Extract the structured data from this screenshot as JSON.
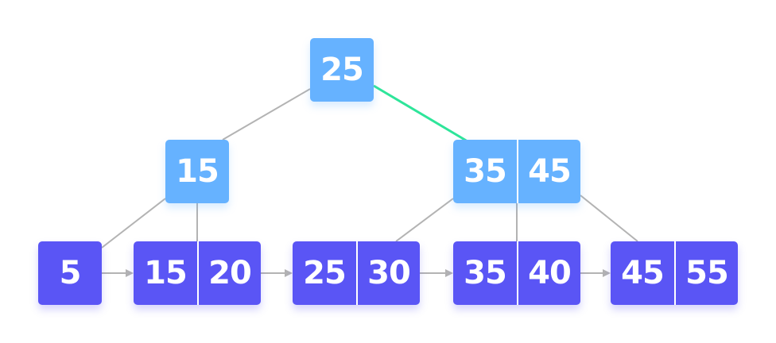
{
  "colors": {
    "internal_node": "#66b2ff",
    "leaf_node": "#5a55f5",
    "edge": "#b3b3b3",
    "highlight_edge": "#2ee59a",
    "leaf_link_arrow": "#b3b3b3"
  },
  "tree": {
    "root": {
      "keys": [
        "25"
      ]
    },
    "level1": [
      {
        "keys": [
          "15"
        ]
      },
      {
        "keys": [
          "35",
          "45"
        ]
      }
    ],
    "leaves": [
      {
        "keys": [
          "5"
        ]
      },
      {
        "keys": [
          "15",
          "20"
        ]
      },
      {
        "keys": [
          "25",
          "30"
        ]
      },
      {
        "keys": [
          "35",
          "40"
        ]
      },
      {
        "keys": [
          "45",
          "55"
        ]
      }
    ]
  }
}
